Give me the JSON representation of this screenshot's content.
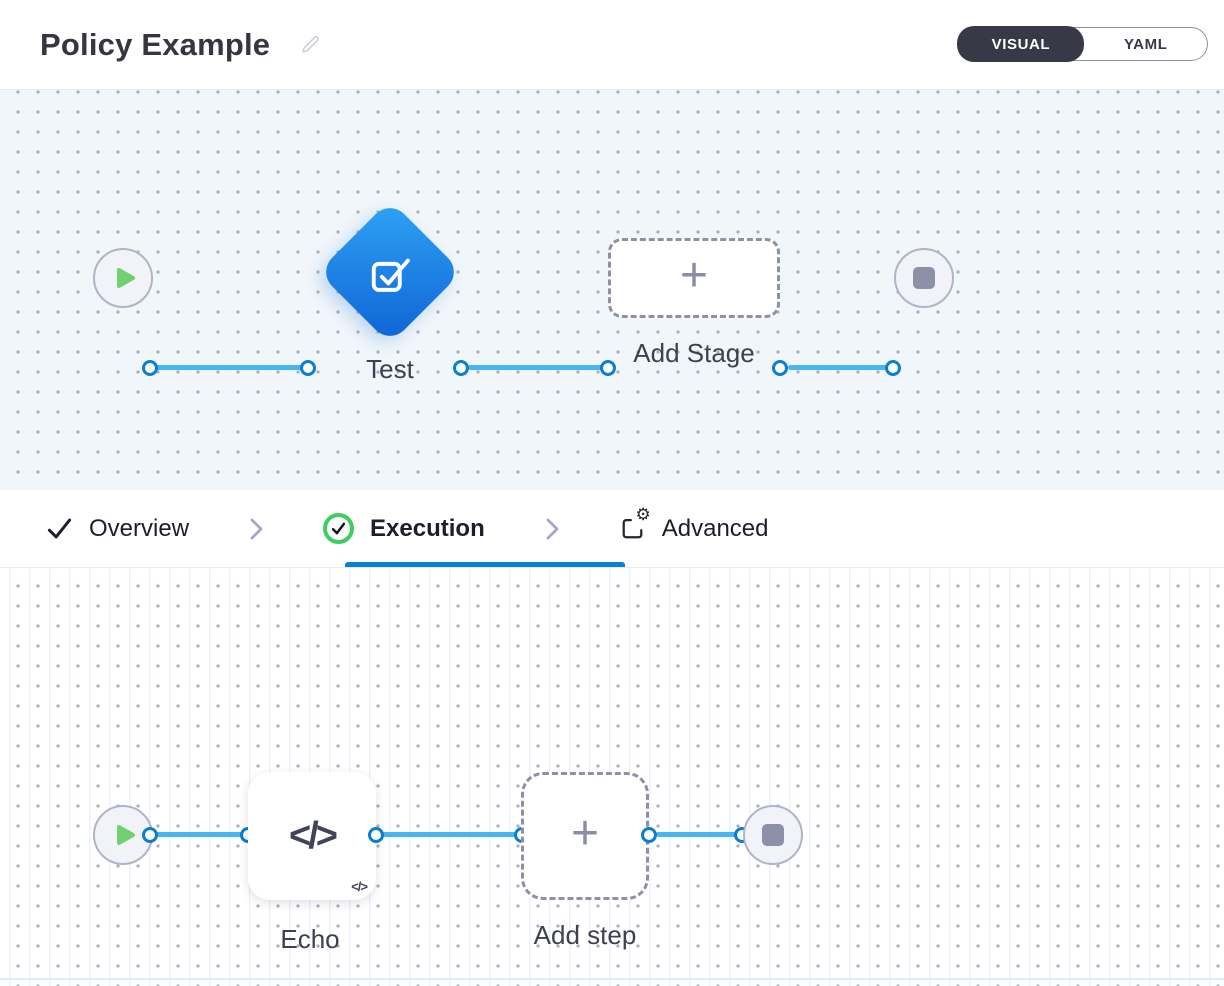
{
  "header": {
    "title": "Policy Example",
    "view_toggle": {
      "visual_label": "VISUAL",
      "yaml_label": "YAML",
      "selected": "VISUAL"
    }
  },
  "stage_pipeline": {
    "stage_label": "Test",
    "add_stage_label": "Add Stage",
    "plus": "+"
  },
  "tabs": {
    "overview_label": "Overview",
    "execution_label": "Execution",
    "advanced_label": "Advanced",
    "active": "Execution"
  },
  "step_pipeline": {
    "step_label": "Echo",
    "add_step_label": "Add step",
    "plus": "+",
    "code_icon_text": "</>",
    "code_badge_text": "</>"
  },
  "colors": {
    "accent_blue": "#0b7ed6",
    "connector_blue": "#45b6f3",
    "diamond_gradient_start": "#2fa3f5",
    "diamond_gradient_end": "#0e63d4",
    "success_green": "#3ecd62",
    "play_green": "#71d171",
    "toggle_dark": "#383946"
  }
}
